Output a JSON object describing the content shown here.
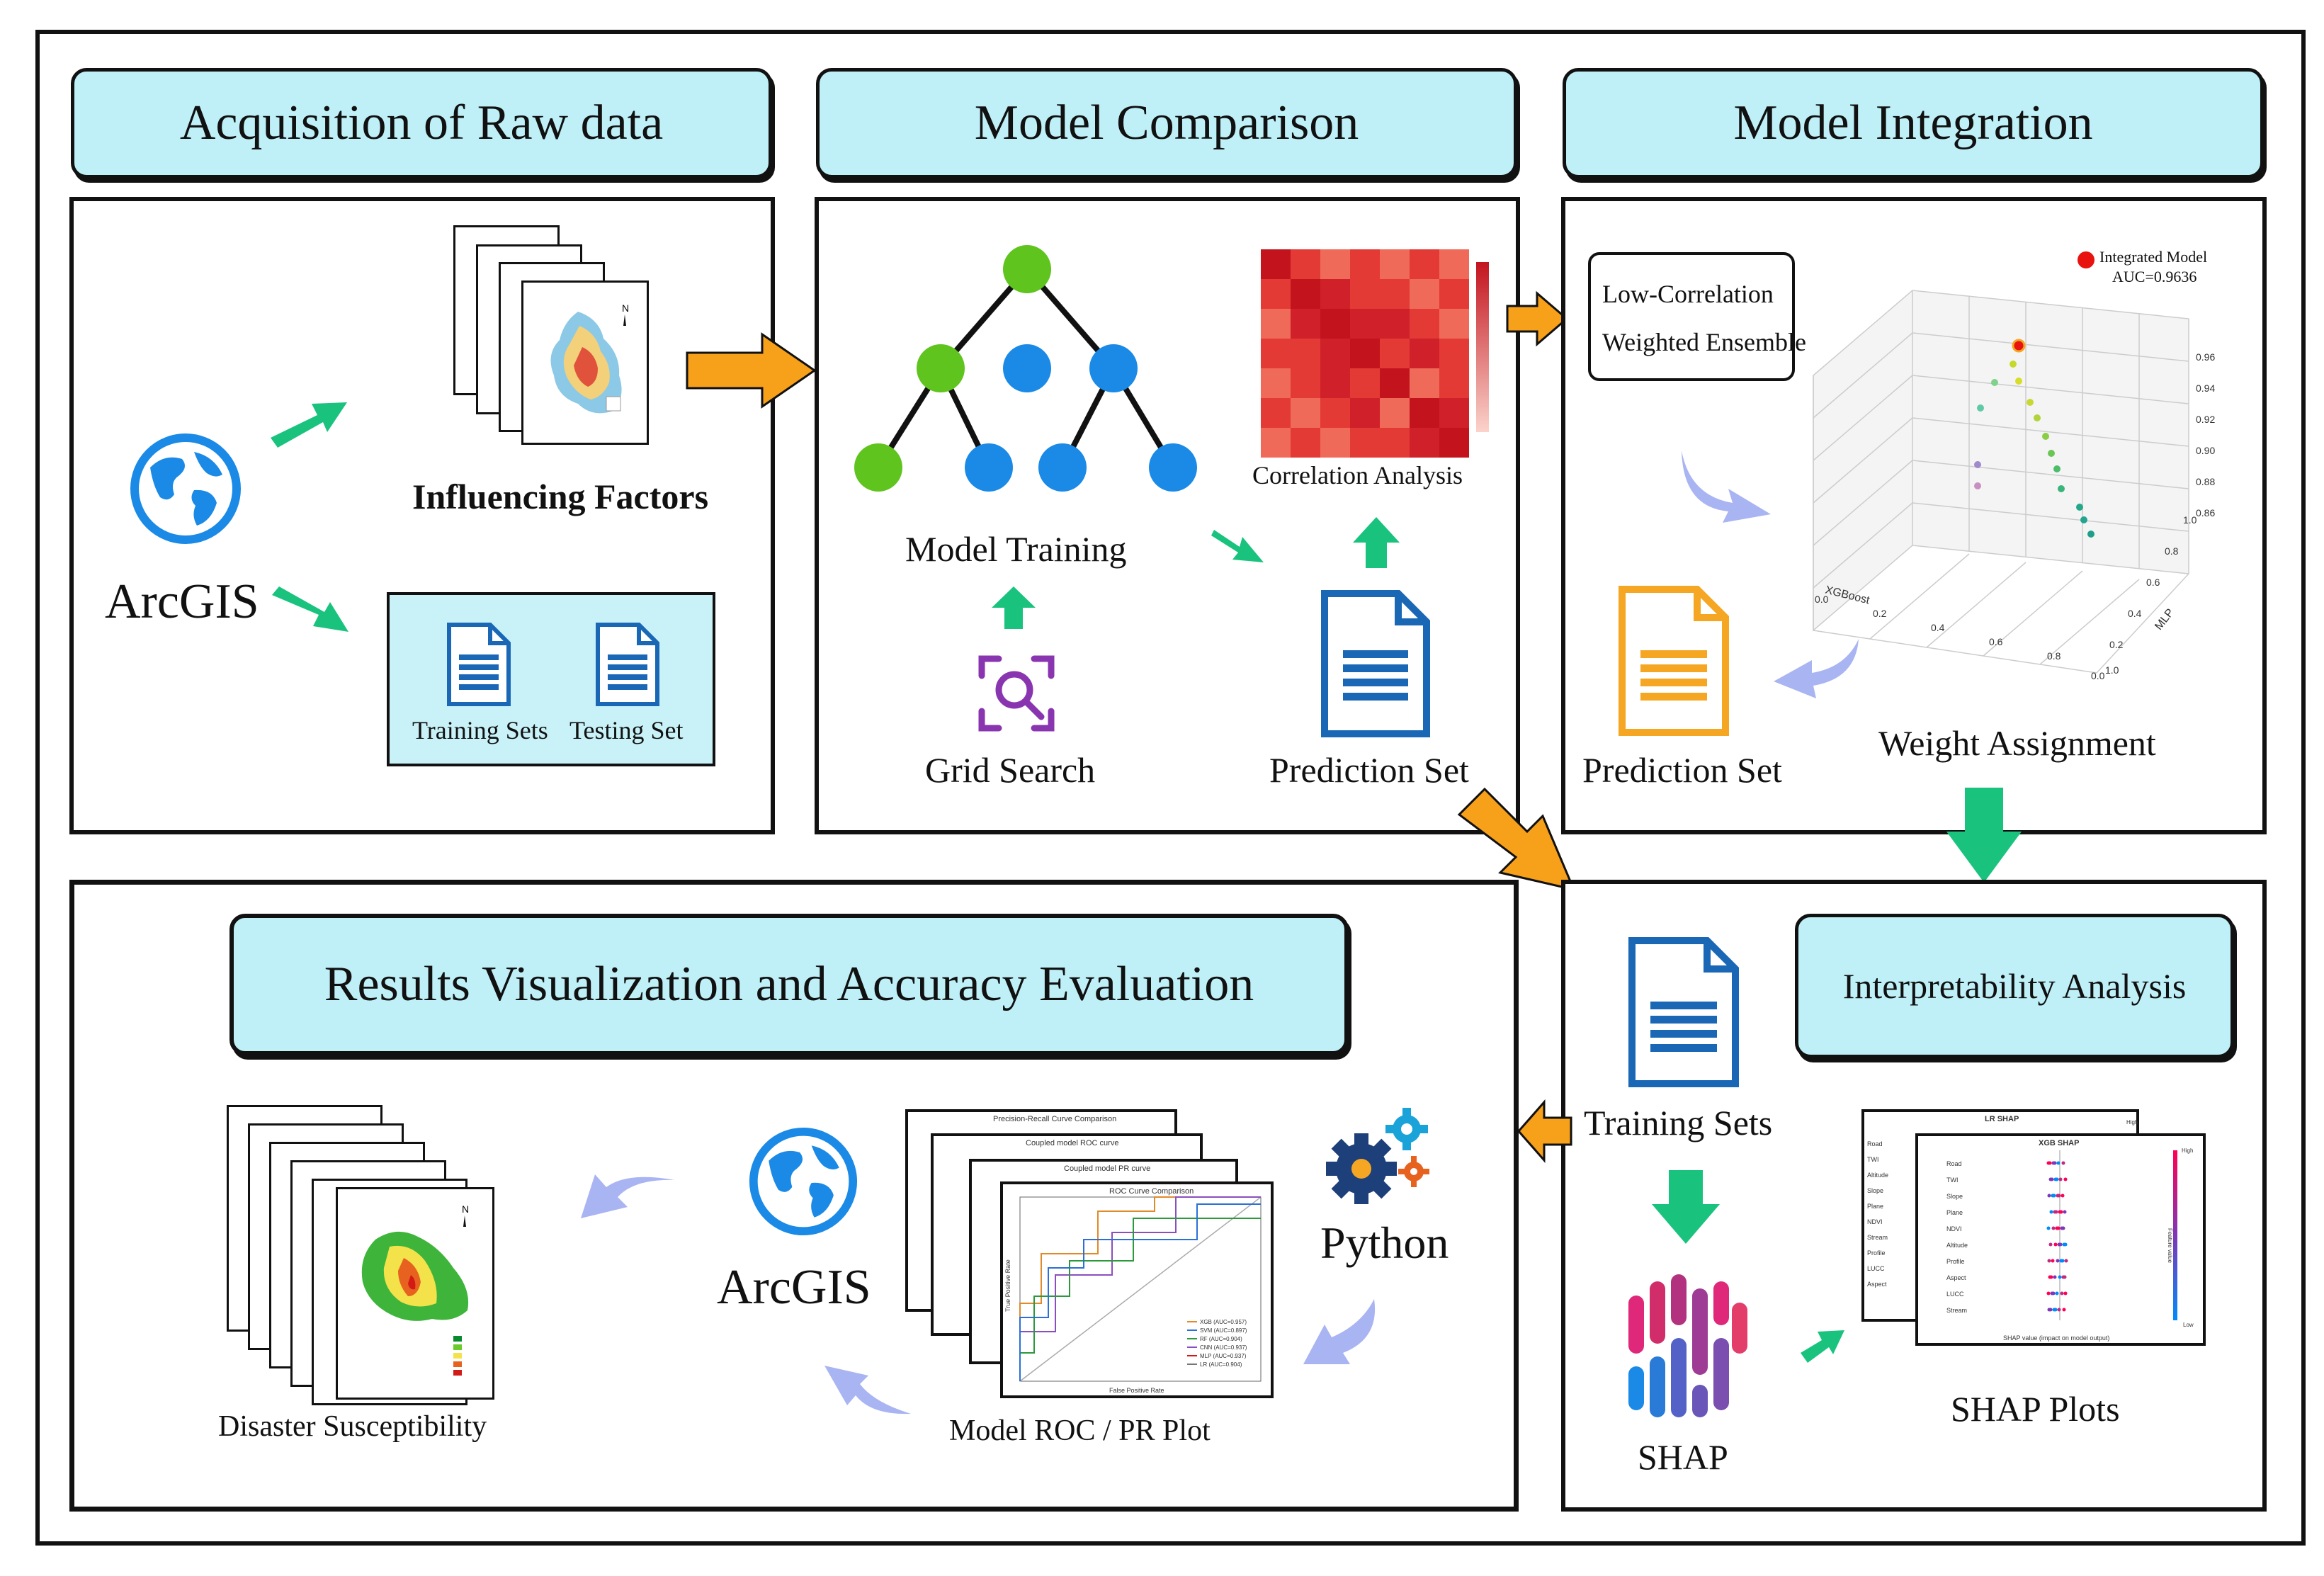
{
  "stages": {
    "acquisition": {
      "title": "Acquisition of Raw data",
      "arcgis_label": "ArcGIS",
      "influencing_factors_label": "Influencing Factors",
      "training_sets_label": "Training Sets",
      "testing_set_label": "Testing Set"
    },
    "comparison": {
      "title": "Model Comparison",
      "model_training_label": "Model Training",
      "correlation_analysis_label": "Correlation Analysis",
      "grid_search_label": "Grid Search",
      "prediction_set_label": "Prediction Set"
    },
    "integration": {
      "title": "Model Integration",
      "ensemble_line1": "Low-Correlation",
      "ensemble_line2": "Weighted Ensemble",
      "legend_label": "Integrated Model",
      "auc_label": "AUC=0.9636",
      "prediction_set_label": "Prediction Set",
      "weight_assignment_label": "Weight Assignment",
      "x_axis_label": "XGBoost",
      "y_axis_label": "MLP",
      "z_ticks": [
        "0.96",
        "0.94",
        "0.92",
        "0.90",
        "0.88",
        "0.86"
      ],
      "x_ticks": [
        "0.0",
        "0.2",
        "0.4",
        "0.6",
        "0.8",
        "1.0"
      ],
      "y_ticks": [
        "0.0",
        "0.2",
        "0.4",
        "0.6",
        "0.8",
        "1.0"
      ]
    },
    "interpretability": {
      "title": "Interpretability Analysis",
      "training_sets_label": "Training Sets",
      "shap_label": "SHAP",
      "shap_plots_label": "SHAP Plots",
      "lr_shap_title": "LR SHAP",
      "xgb_shap_title": "XGB SHAP",
      "features_back": [
        "Road",
        "TWI",
        "Altitude",
        "Slope",
        "Plane",
        "NDVI",
        "Stream",
        "Profile",
        "LUCC",
        "Aspect"
      ],
      "features_front": [
        "Road",
        "TWI",
        "Slope",
        "Plane",
        "NDVI",
        "Altitude",
        "Profile",
        "Aspect",
        "LUCC",
        "Stream"
      ],
      "high_label": "High",
      "low_label": "Low",
      "feature_value_label": "Feature value",
      "shap_xaxis_label": "SHAP value (impact on model output)"
    },
    "results": {
      "title": "Results Visualization and Accuracy Evaluation",
      "susceptibility_label": "Disaster Susceptibility",
      "arcgis_label": "ArcGIS",
      "python_label": "Python",
      "roc_pr_label": "Model ROC / PR Plot",
      "plot_titles": [
        "Precision-Recall Curve Comparison",
        "Coupled model ROC curve",
        "Coupled model PR curve",
        "ROC Curve Comparison"
      ],
      "roc_xlabel": "False Positive Rate",
      "roc_ylabel": "True Positive Rate",
      "roc_legend": [
        "XGB (AUC=0.957)",
        "SVM (AUC=0.897)",
        "RF (AUC=0.904)",
        "CNN (AUC=0.937)",
        "MLP (AUC=0.937)",
        "LR (AUC=0.904)"
      ]
    }
  },
  "colors": {
    "header_fill": "#bff0f8",
    "arrow_orange": "#f7a01a",
    "arrow_green": "#19c37d",
    "arrow_lavender": "#a9b4f2",
    "node_green": "#5fc41e",
    "node_blue": "#1a8ae6",
    "doc_blue": "#1a67b5",
    "doc_orange": "#f5a623",
    "heatmap_red": "#d9232b",
    "search_purple": "#8a35b0"
  }
}
